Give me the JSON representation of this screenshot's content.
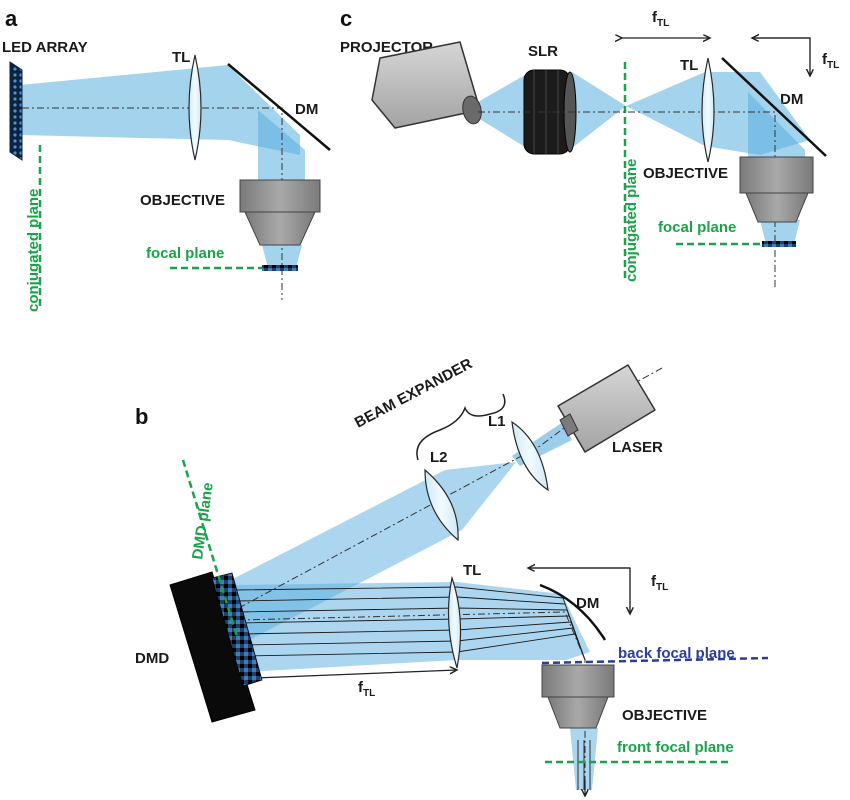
{
  "panels": {
    "a": "a",
    "b": "b",
    "c": "c"
  },
  "labels": {
    "led_array": "LED ARRAY",
    "tl": "TL",
    "dm": "DM",
    "objective": "OBJECTIVE",
    "focal_plane": "focal plane",
    "conjugated_plane": "conjugated plane",
    "projector": "PROJECTOR",
    "slr": "SLR",
    "f": "f",
    "tl_sub": "TL",
    "beam_expander": "BEAM EXPANDER",
    "l1": "L1",
    "l2": "L2",
    "laser": "LASER",
    "dmd": "DMD",
    "dmd_plane": "DMD plane",
    "back_focal_plane": "back focal plane",
    "front_focal_plane": "front focal plane"
  },
  "colors": {
    "beam": "#5aaee0",
    "plane_green": "#1aa34a",
    "plane_blue": "#2a3f9a",
    "objective_gray": "#8e8e8e",
    "ink": "#1a1a1a"
  }
}
